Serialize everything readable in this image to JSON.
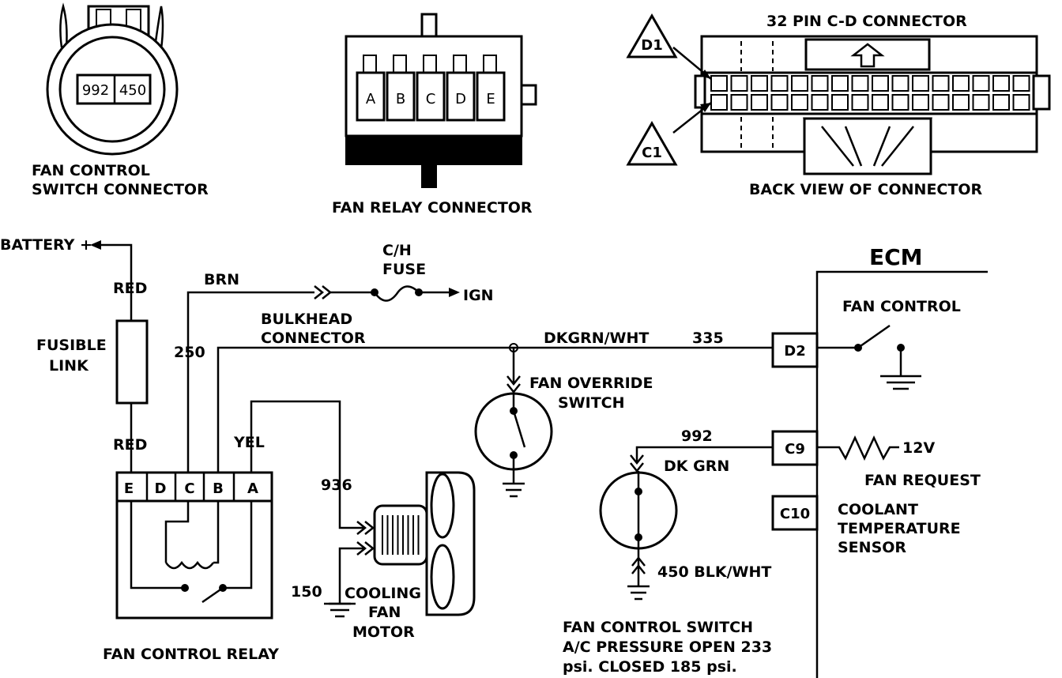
{
  "connectors": {
    "fan_switch": {
      "title_line1": "FAN CONTROL",
      "title_line2": "SWITCH CONNECTOR",
      "pin_left": "992",
      "pin_right": "450"
    },
    "fan_relay": {
      "title": "FAN RELAY CONNECTOR",
      "pins": [
        "A",
        "B",
        "C",
        "D",
        "E"
      ]
    },
    "ecm_cd": {
      "title": "32 PIN C-D  CONNECTOR",
      "subtitle": "BACK VIEW OF CONNECTOR",
      "marker_top": "D1",
      "marker_bottom": "C1"
    }
  },
  "schematic": {
    "battery": "BATTERY +",
    "red_top": "RED",
    "fusible_line1": "FUSIBLE",
    "fusible_line2": "LINK",
    "red_bottom": "RED",
    "brn": "BRN",
    "circuit_250": "250",
    "fuse_line1": "C/H",
    "fuse_line2": "FUSE",
    "ign": "IGN",
    "bulkhead_line1": "BULKHEAD",
    "bulkhead_line2": "CONNECTOR",
    "dkgrn_wht": "DKGRN/WHT",
    "circuit_335": "335",
    "yel": "YEL",
    "circuit_936": "936",
    "circuit_150": "150",
    "override_line1": "FAN OVERRIDE",
    "override_line2": "SWITCH",
    "circuit_992": "992",
    "dk_grn": "DK GRN",
    "blk_wht": "450 BLK/WHT",
    "relay_pins": [
      "E",
      "D",
      "C",
      "B",
      "A"
    ],
    "relay_title": "FAN CONTROL RELAY",
    "motor_line1": "COOLING",
    "motor_line2": "FAN",
    "motor_line3": "MOTOR",
    "switch_note_line1": "FAN CONTROL SWITCH",
    "switch_note_line2": "A/C PRESSURE OPEN 233",
    "switch_note_line3": "psi. CLOSED 185 psi."
  },
  "ecm": {
    "title": "ECM",
    "fan_control": "FAN CONTROL",
    "pin_d2": "D2",
    "pin_c9": "C9",
    "pin_c10": "C10",
    "voltage": "12V",
    "fan_request": "FAN  REQUEST",
    "coolant_line1": "COOLANT",
    "coolant_line2": "TEMPERATURE",
    "coolant_line3": "SENSOR"
  }
}
